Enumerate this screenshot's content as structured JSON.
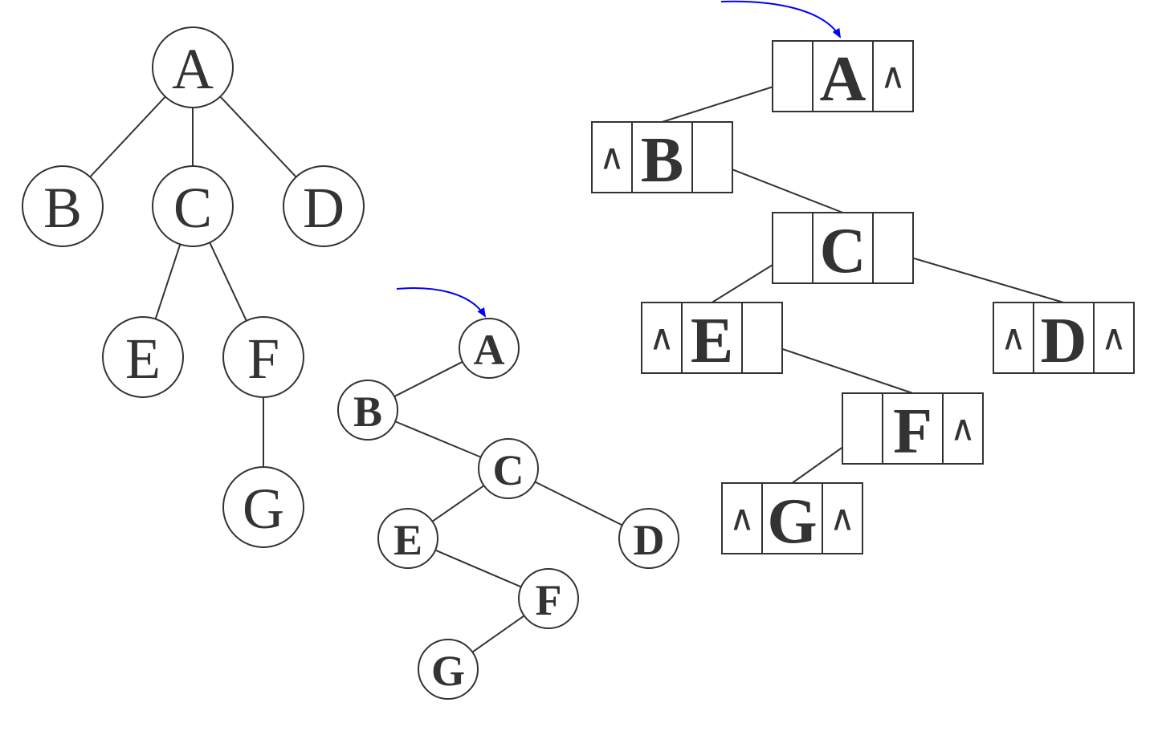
{
  "general_tree": {
    "nodes": [
      {
        "id": "A",
        "label": "A"
      },
      {
        "id": "B",
        "label": "B"
      },
      {
        "id": "C",
        "label": "C"
      },
      {
        "id": "D",
        "label": "D"
      },
      {
        "id": "E",
        "label": "E"
      },
      {
        "id": "F",
        "label": "F"
      },
      {
        "id": "G",
        "label": "G"
      }
    ],
    "edges": [
      [
        "A",
        "B"
      ],
      [
        "A",
        "C"
      ],
      [
        "A",
        "D"
      ],
      [
        "C",
        "E"
      ],
      [
        "C",
        "F"
      ],
      [
        "F",
        "G"
      ]
    ]
  },
  "binary_tree": {
    "nodes": [
      {
        "id": "A",
        "label": "A"
      },
      {
        "id": "B",
        "label": "B"
      },
      {
        "id": "C",
        "label": "C"
      },
      {
        "id": "D",
        "label": "D"
      },
      {
        "id": "E",
        "label": "E"
      },
      {
        "id": "F",
        "label": "F"
      },
      {
        "id": "G",
        "label": "G"
      }
    ],
    "edges": [
      [
        "A",
        "B"
      ],
      [
        "B",
        "C"
      ],
      [
        "C",
        "E"
      ],
      [
        "C",
        "D"
      ],
      [
        "E",
        "F"
      ],
      [
        "F",
        "G"
      ]
    ]
  },
  "linked_structure": {
    "null_symbol": "∧",
    "nodes": [
      {
        "id": "A",
        "label": "A",
        "left_null": false,
        "right_null": true
      },
      {
        "id": "B",
        "label": "B",
        "left_null": true,
        "right_null": false
      },
      {
        "id": "C",
        "label": "C",
        "left_null": false,
        "right_null": false
      },
      {
        "id": "E",
        "label": "E",
        "left_null": true,
        "right_null": false
      },
      {
        "id": "D",
        "label": "D",
        "left_null": true,
        "right_null": true
      },
      {
        "id": "F",
        "label": "F",
        "left_null": false,
        "right_null": true
      },
      {
        "id": "G",
        "label": "G",
        "left_null": true,
        "right_null": true
      }
    ],
    "links": [
      [
        "A",
        "B"
      ],
      [
        "B",
        "C"
      ],
      [
        "C",
        "E"
      ],
      [
        "C",
        "D"
      ],
      [
        "E",
        "F"
      ],
      [
        "F",
        "G"
      ]
    ]
  },
  "colors": {
    "stroke": "#333333",
    "text": "#333333",
    "root_pointer": "#0000ff",
    "background": "#ffffff"
  }
}
